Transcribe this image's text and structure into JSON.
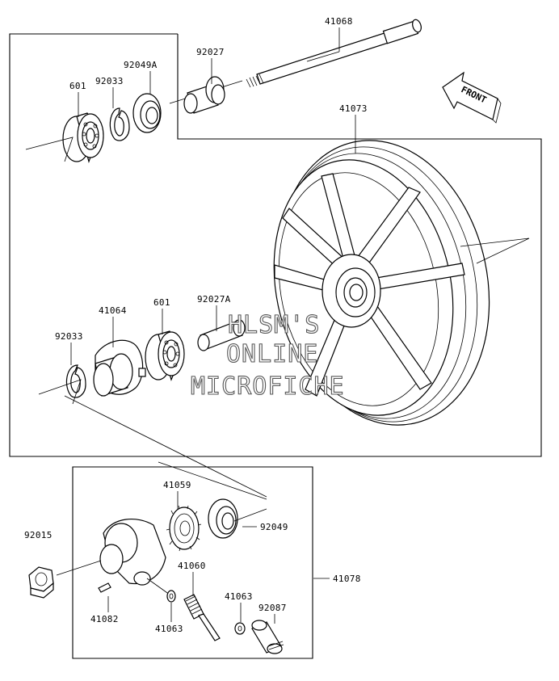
{
  "watermark": {
    "line1": "HLSM'S",
    "line2": "ONLINE",
    "line3": "MICROFICHE"
  },
  "front_label": "FRONT",
  "parts": {
    "p41068": "41068",
    "p92027": "92027",
    "p92049A": "92049A",
    "p92033_top": "92033",
    "p601_top": "601",
    "p41073": "41073",
    "p41064": "41064",
    "p601_mid": "601",
    "p92027A": "92027A",
    "p92033_mid": "92033",
    "p41059": "41059",
    "p92015": "92015",
    "p92049": "92049",
    "p41060": "41060",
    "p41078": "41078",
    "p41063_a": "41063",
    "p92087": "92087",
    "p41082": "41082",
    "p41063_b": "41063"
  }
}
